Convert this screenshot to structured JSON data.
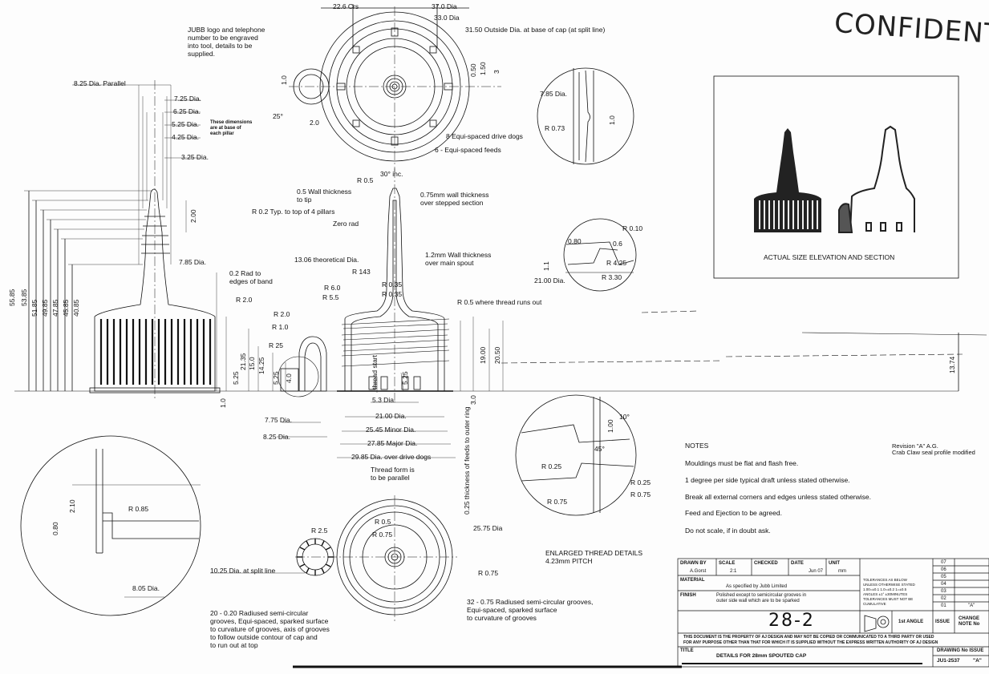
{
  "stamp": "CONFIDENTIAL",
  "top_dims": {
    "crs": "22.6 Crs",
    "d37": "37.0 Dia",
    "d33": "33.0 Dia",
    "d3150": "31.50 Outside Dia. at base of cap (at split line)"
  },
  "jubb_note": "JUBB logo and telephone\nnumber to be engraved\ninto tool, details to be\nsupplied.",
  "plan_labels": {
    "v10": "1.0",
    "v050": "0.50",
    "v150": "1.50",
    "v3": "3",
    "a25": "25°",
    "v20": "2.0",
    "drive_dogs": "8 Equi-spaced drive dogs",
    "feeds": "6 - Equi-spaced feeds"
  },
  "left_dims": {
    "d825p": "8.25 Dia. Parallel",
    "d725": "7.25 Dia.",
    "d625": "6.25 Dia.",
    "d525": "5.25 Dia.",
    "d425": "4.25 Dia.",
    "d325": "3.25 Dia.",
    "pillar_note": "These dimensions\nare at base of\neach pillar",
    "v200": "2.00",
    "d785": "7.85 Dia.",
    "r02band": "0.2 Rad to\nedges of band",
    "r20": "R 2.0"
  },
  "heights": [
    "55.85",
    "53.85",
    "51.85",
    "49.85",
    "47.85",
    "45.85",
    "40.85"
  ],
  "section_labels": {
    "r05": "R 0.5",
    "inc30": "30° inc.",
    "wall05": "0.5 Wall thickness\nto tip",
    "wall075": "0.75mm wall thickness\nover stepped section",
    "r02": "R 0.2 Typ. to top of 4 pillars",
    "zero": "Zero rad",
    "theo": "13.06 theoretical Dia.",
    "r143": "R 143",
    "wall12": "1.2mm Wall thickness\nover main spout",
    "r60": "R 6.0",
    "r55": "R 5.5",
    "r035a": "R 0.35",
    "r035b": "R 0.35",
    "r05thread": "R 0.5 where thread runs out",
    "r20b": "R 2.0",
    "r10": "R 1.0",
    "r25": "R 25",
    "v40": "4.0",
    "v525": "5.25",
    "v1425": "14.25",
    "v150b": "15.0",
    "v2135": "21.35",
    "v525b": "5.25",
    "v10b": "1.0",
    "thread_start": "thread start",
    "v525c": "5.25",
    "v1900": "19.00",
    "v2050": "20.50",
    "v30": "3.0",
    "d775": "7.75 Dia.",
    "d825": "8.25 Dia.",
    "d53": "5.3 Dia.",
    "d21": "21.00 Dia.",
    "d2545": "25.45 Minor Dia.",
    "d2785": "27.85 Major Dia.",
    "d2985": "29.85 Dia. over drive dogs",
    "thread_form": "Thread form is\nto be parallel",
    "feeds_thk": "0.25 thickness of feeds to outer ring"
  },
  "detail_a": {
    "d785": "7.85 Dia.",
    "r073": "R 0.73",
    "v10": "1.0"
  },
  "detail_b": {
    "r010": "R 0.10",
    "v080": "0.80",
    "v06": "0.6",
    "r425": "R 4.25",
    "v11": "1.1",
    "d21": "21.00 Dia.",
    "r330": "R 3.30"
  },
  "photo_caption": "ACTUAL SIZE ELEVATION AND SECTION",
  "v1374": "13.74",
  "detail_c": {
    "r085": "R 0.85",
    "v210": "2.10",
    "v080": "0.80",
    "d805": "8.05 Dia."
  },
  "bottom_plan": {
    "r25": "R 2.5",
    "r05": "R 0.5",
    "r075": "R 0.75",
    "d1025": "10.25 Dia. at split line",
    "d2575": "25.75 Dia",
    "r075b": "R 0.75",
    "grooves20": "20 - 0.20 Radiused semi-circular\ngrooves, Equi-spaced, sparked surface\nto curvature of grooves, axis of grooves\nto follow outside contour of cap and\nto run out at top",
    "grooves32": "32 - 0.75 Radiused semi-circular grooves,\nEqui-spaced, sparked surface\nto curvature of grooves"
  },
  "detail_d": {
    "a10": "10°",
    "v100": "1.00",
    "a45": "45°",
    "r025": "R 0.25",
    "r075": "R 0.75",
    "r025b": "R 0.25",
    "r075b": "R 0.75"
  },
  "thread_details": "ENLARGED THREAD DETAILS\n4.23mm PITCH",
  "notes": {
    "heading": "NOTES",
    "items": [
      "Mouldings must be flat and flash free.",
      "1 degree per side typical draft unless stated otherwise.",
      "Break all external corners and edges unless stated otherwise.",
      "Feed and Ejection to be agreed.",
      "Do not scale, if in doubt ask."
    ],
    "revision": "Revision \"A\" A.G.\nCrab Claw seal profile modified"
  },
  "title_block": {
    "drawn_by_h": "DRAWN BY",
    "drawn_by": "A.Gorst",
    "scale_h": "SCALE",
    "scale": "2:1",
    "checked_h": "CHECKED",
    "date_h": "DATE",
    "date": "Jun 07",
    "unit_h": "UNIT",
    "unit": "mm",
    "material_h": "MATERIAL",
    "material": "As specified by Jubb Limited",
    "finish_h": "FINISH",
    "finish": "Polished except to semicircular grooves in\nouter side wall which are to be sparked",
    "tolerances": "TOLERANCES AS BELOW\nUNLESS OTHERWISE STATED\n1.00=±0.1 1.0=±0.2 1=±0.5\nANGLES ±1° ±30MINUTES\nTOLERANCES MUST NOT BE\nCUMULATIVE",
    "handwritten": "28-2",
    "angle": "1st ANGLE",
    "issue_h": "ISSUE",
    "change_h": "CHANGE\nNOTE No",
    "rev_rows": [
      "07",
      "06",
      "05",
      "04",
      "03",
      "02",
      "01"
    ],
    "rev_a": "\"A\"",
    "legal": "THIS DOCUMENT IS THE PROPERTY OF AJ DESIGN AND MAY NOT BE COPIED OR COMMUNICATED TO A THIRD PARTY OR USED\nFOR ANY PURPOSE OTHER THAN THAT FOR WHICH IT IS SUPPLIED WITHOUT THE EXPRESS WRITTEN AUTHORITY OF AJ DESIGN",
    "title_h": "TITLE",
    "title": "DETAILS FOR 28mm SPOUTED CAP",
    "drawing_no_h": "DRAWING No  ISSUE",
    "drawing_no": "JU1-2537",
    "issue": "\"A\""
  }
}
